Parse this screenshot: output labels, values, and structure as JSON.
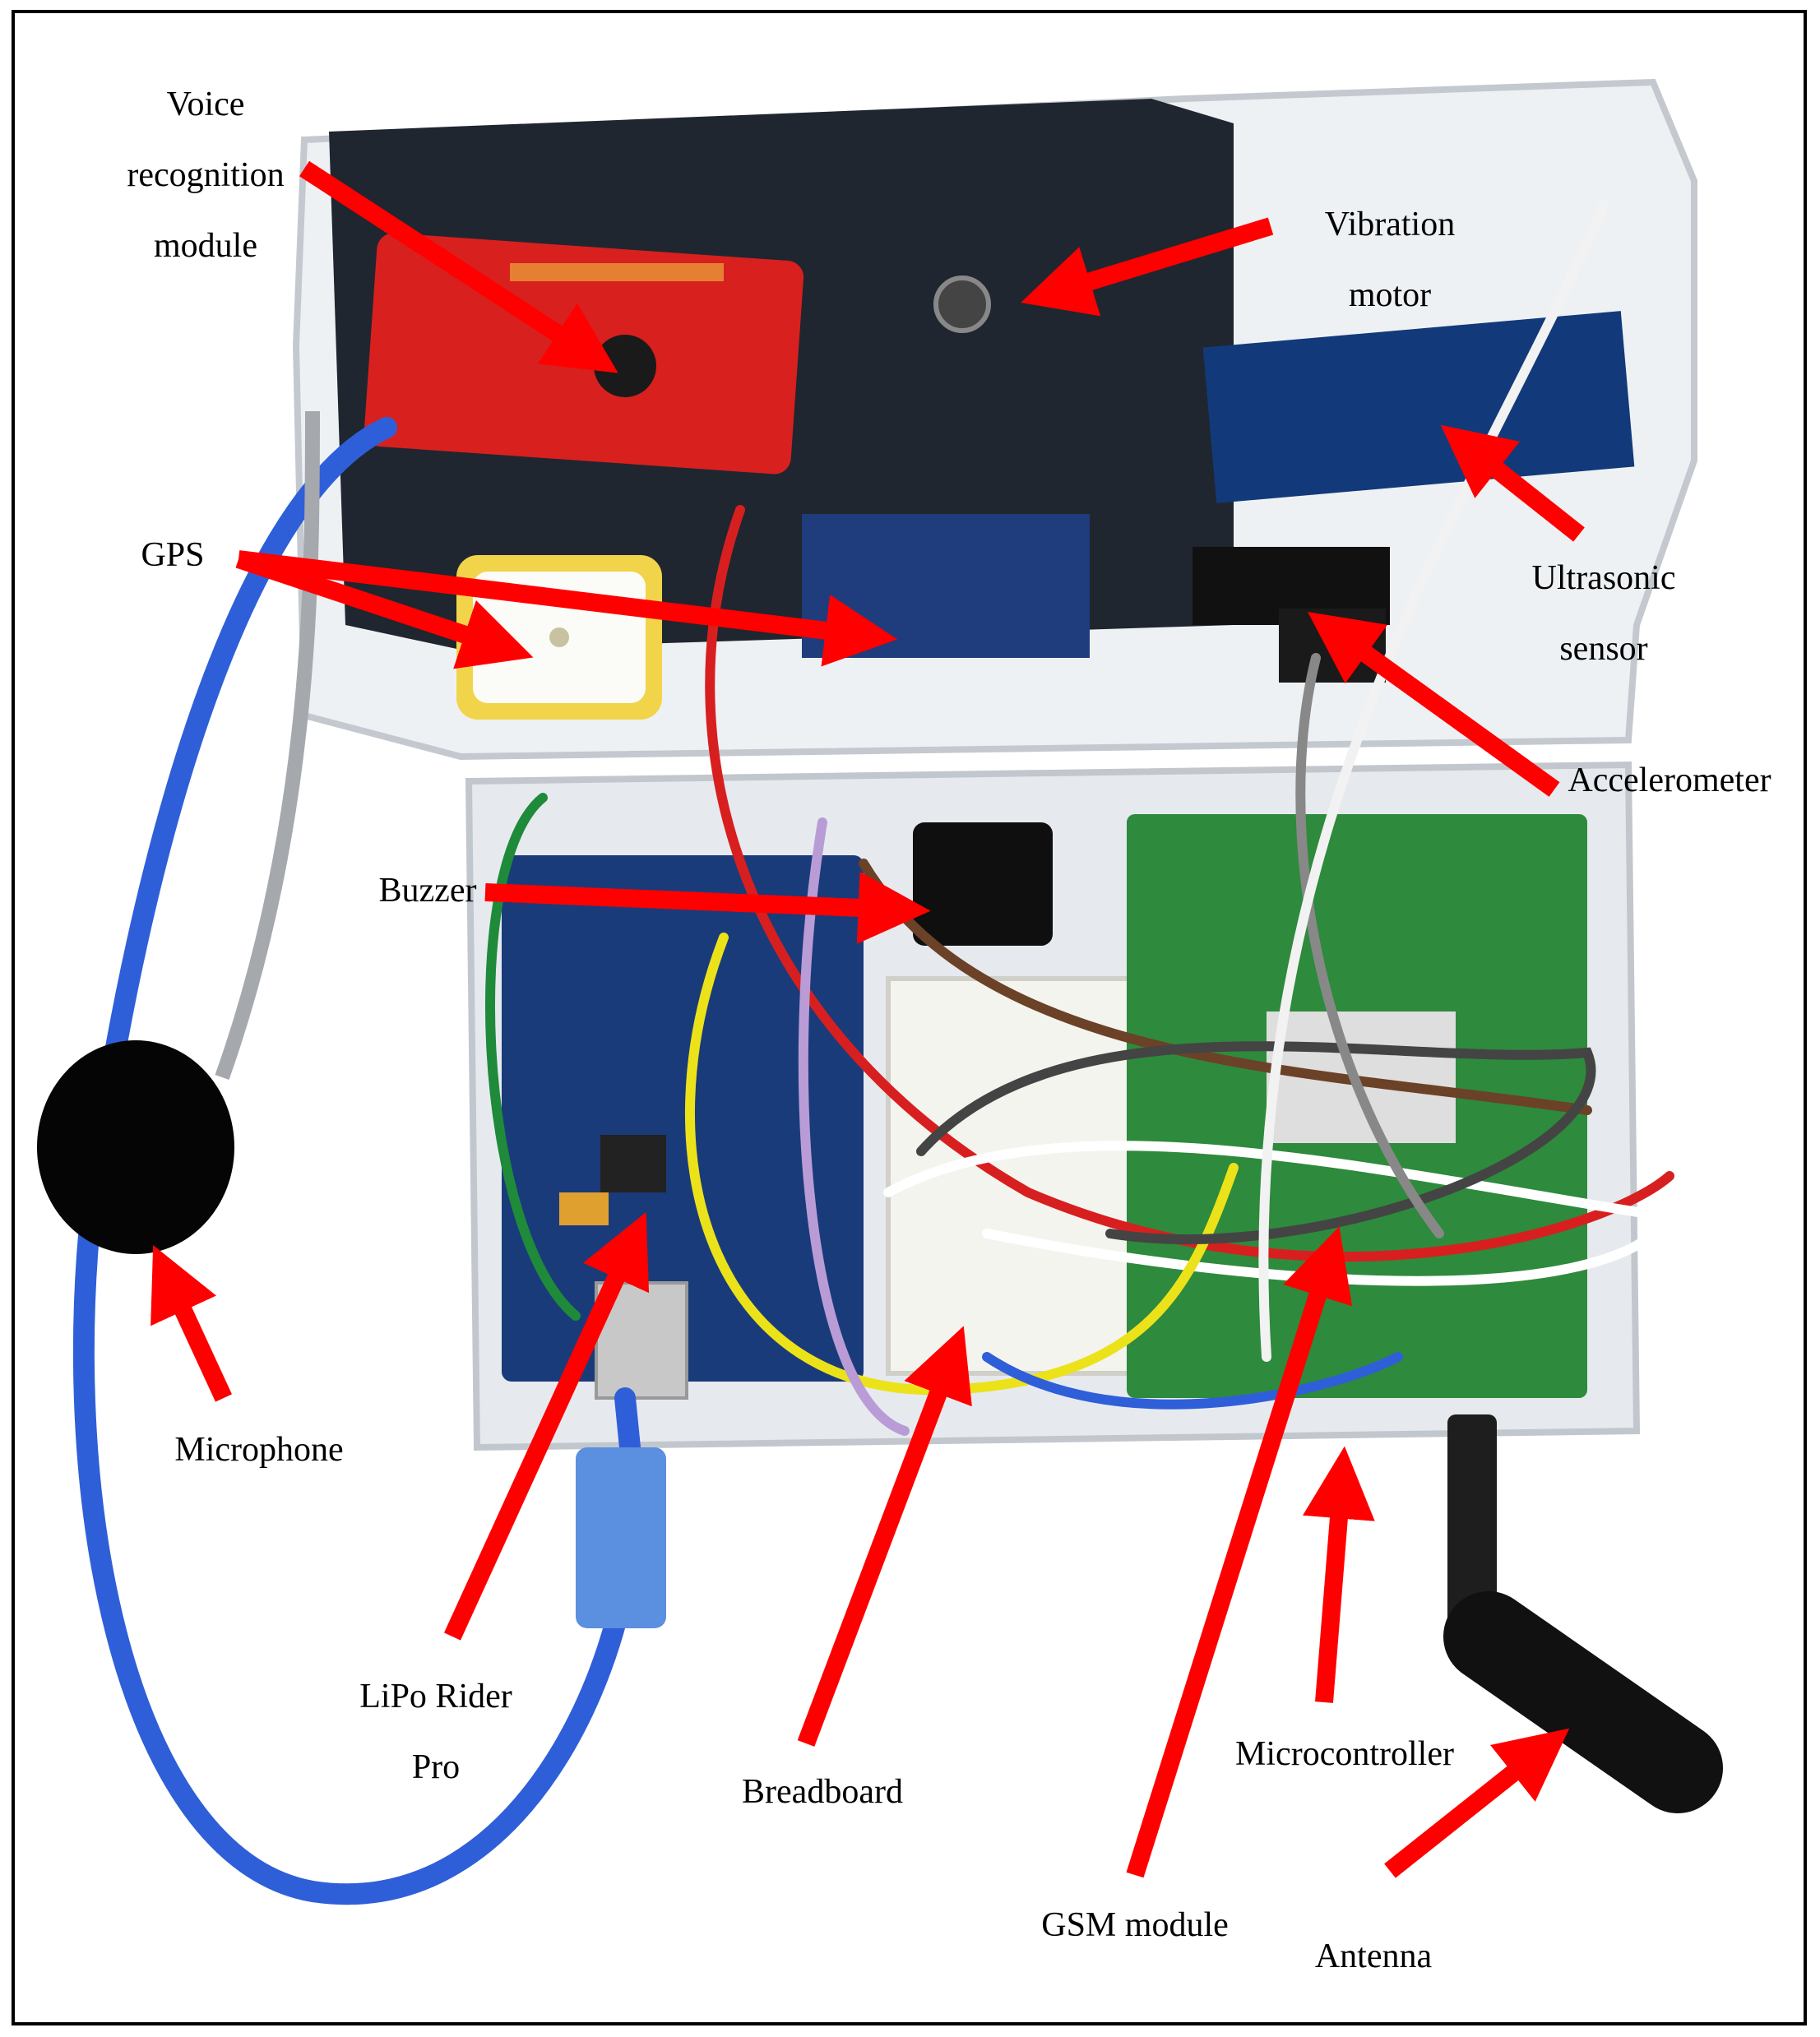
{
  "labels": {
    "voice_recognition": [
      "Voice",
      "recognition",
      "module"
    ],
    "vibration_motor": [
      "Vibration",
      "motor"
    ],
    "gps": [
      "GPS"
    ],
    "ultrasonic_sensor": [
      "Ultrasonic",
      "sensor"
    ],
    "accelerometer": [
      "Accelerometer"
    ],
    "buzzer": [
      "Buzzer"
    ],
    "microphone": [
      "Microphone"
    ],
    "lipo_rider_pro": [
      "LiPo Rider",
      "Pro"
    ],
    "breadboard": [
      "Breadboard"
    ],
    "microcontroller": [
      "Microcontroller"
    ],
    "gsm_module": [
      "GSM module"
    ],
    "antenna": [
      "Antenna"
    ]
  },
  "colors": {
    "arrow": "#ff0000",
    "case": "#eceff3",
    "pcb_red": "#d8201f",
    "pcb_blue": "#1a3b7a",
    "pcb_green": "#2e8a3c",
    "cable_blue": "#2f5fd8"
  }
}
